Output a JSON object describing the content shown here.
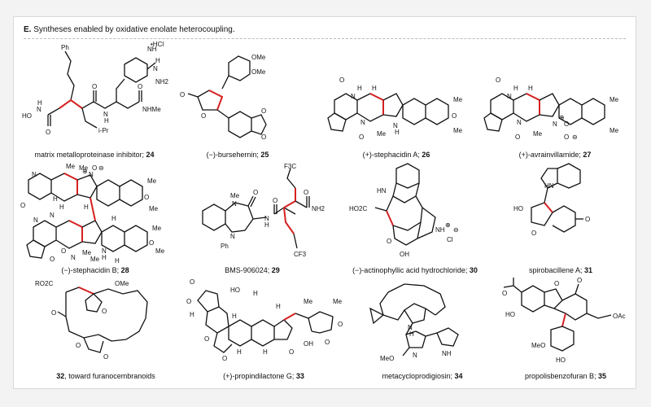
{
  "header": {
    "label": "E.",
    "title": "Syntheses enabled by oxidative enolate heterocoupling."
  },
  "colors": {
    "accent_bond": "#d62020",
    "ink": "#111111",
    "frame": "#d9d9d9",
    "background": "#f3f3f3"
  },
  "compounds": [
    {
      "name": "matrix metalloproteinase inhibitor;",
      "number": "24",
      "atoms": [
        "Ph",
        "•HCl",
        "H",
        "N",
        "NH",
        "NH2",
        "HO",
        "N",
        "H",
        "N",
        "H",
        "O",
        "O",
        "O",
        "NHMe",
        "i-Pr"
      ]
    },
    {
      "name": "(−)-bursehernin;",
      "number": "25",
      "atoms": [
        "OMe",
        "OMe",
        "O",
        "O",
        "O",
        "O"
      ]
    },
    {
      "name": "(+)-stephacidin A;",
      "number": "26",
      "atoms": [
        "O",
        "H",
        "N",
        "H",
        "N",
        "H",
        "O",
        "Me",
        "Me",
        "N",
        "O",
        "Me"
      ]
    },
    {
      "name": "(+)-avrainvillamide;",
      "number": "27",
      "atoms": [
        "O",
        "H",
        "N",
        "H",
        "N",
        "O",
        "⊕",
        "O",
        "⊖",
        "Me",
        "Me",
        "N",
        "O",
        "Me"
      ]
    },
    {
      "name": "(−)-stephacidin B;",
      "number": "28",
      "atoms": [
        "O",
        "⊖",
        "N",
        "⊕",
        "Me",
        "Me",
        "O",
        "Me",
        "Me",
        "H",
        "N",
        "H",
        "O",
        "H",
        "N",
        "O",
        "Me",
        "Me",
        "N",
        "N",
        "H",
        "Me",
        "Me",
        "H",
        "O",
        "N",
        "O",
        "H"
      ]
    },
    {
      "name": "BMS-906024;",
      "number": "29",
      "atoms": [
        "Me",
        "N",
        "O",
        "F3C",
        "O",
        "NH2",
        "N",
        "H",
        "N",
        "O",
        "Ph",
        "CF3"
      ]
    },
    {
      "name": "(−)-actinophyllic acid hydrochloride;",
      "number": "30",
      "atoms": [
        "HN",
        "HO2C",
        "NH",
        "⊕",
        "⊖",
        "Cl",
        "O",
        "OH"
      ]
    },
    {
      "name": "spirobacillene A;",
      "number": "31",
      "atoms": [
        "HN",
        "HO",
        "O",
        "O"
      ]
    },
    {
      "name": ", toward furanocembranoids",
      "number": "32",
      "atoms": [
        "RO2C",
        "O",
        "OMe",
        "O",
        "O",
        "O"
      ]
    },
    {
      "name": "(+)-propindilactone G;",
      "number": "33",
      "atoms": [
        "O",
        "O",
        "HO",
        "H",
        "Me",
        "Me",
        "H",
        "O",
        "O",
        "H",
        "O",
        "H",
        "H",
        "O",
        "H",
        "OH",
        "O"
      ]
    },
    {
      "name": "metacycloprodigiosin;",
      "number": "34",
      "atoms": [
        "N",
        "H",
        "N",
        "NH",
        "MeO"
      ]
    },
    {
      "name": "propolisbenzofuran B;",
      "number": "35",
      "atoms": [
        "O",
        "O",
        "HO",
        "O",
        "OAc",
        "MeO",
        "HO"
      ]
    }
  ]
}
